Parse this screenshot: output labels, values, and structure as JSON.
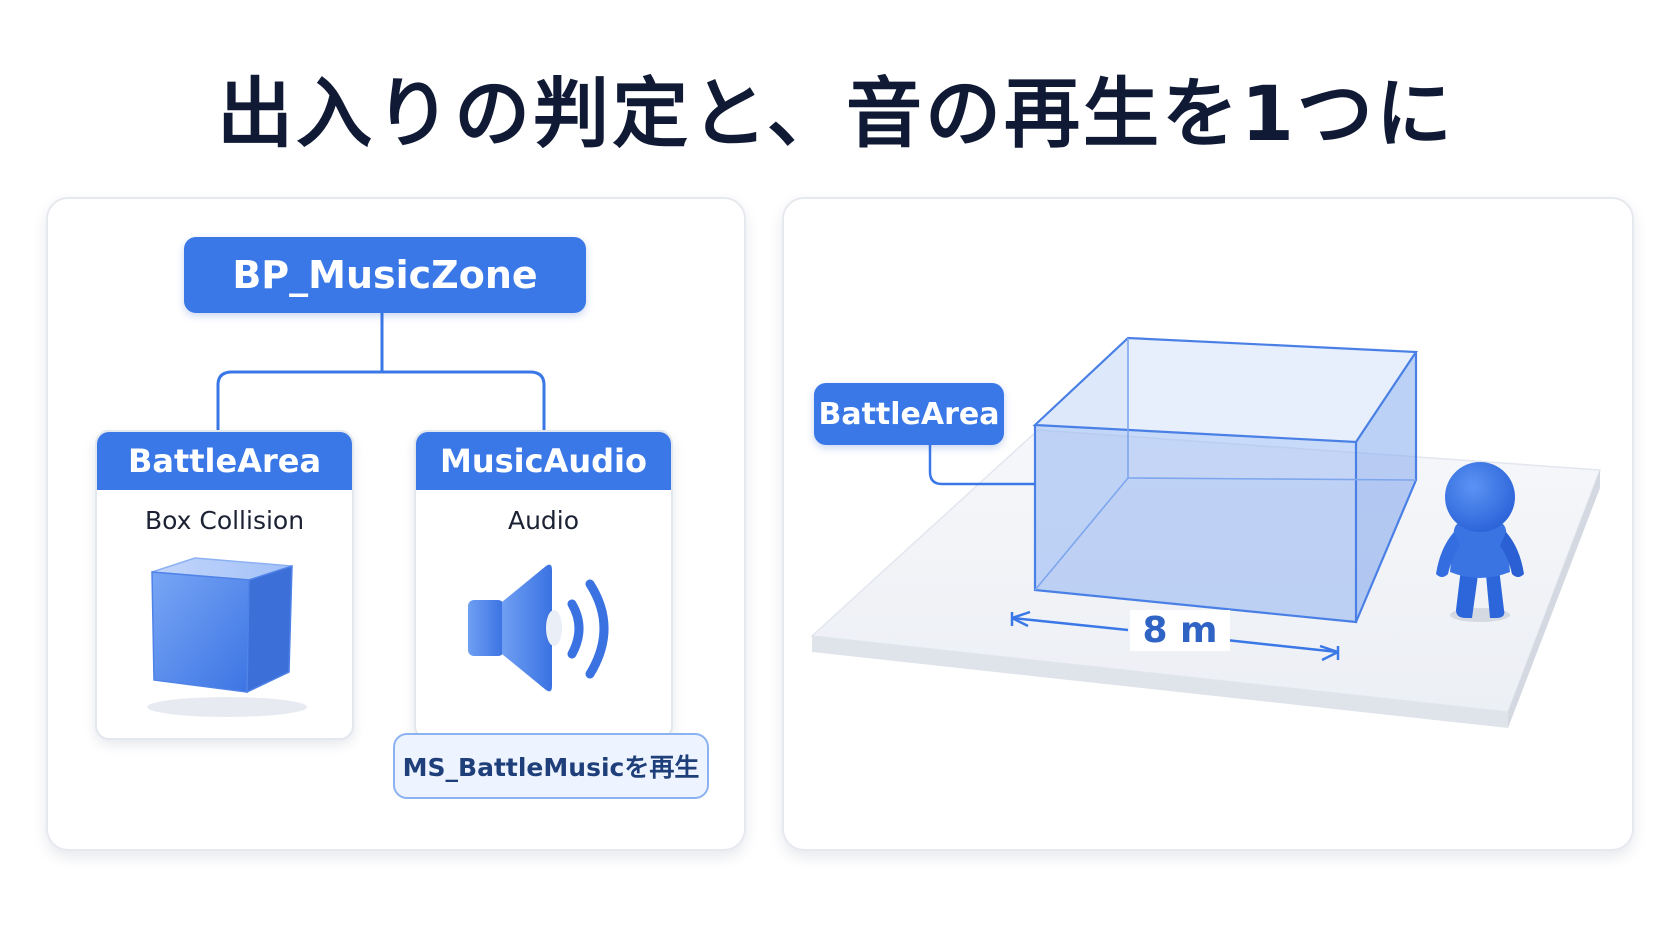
{
  "title": "出入りの判定と、音の再生を1つに",
  "hierarchy": {
    "root": "BP_MusicZone",
    "children": [
      {
        "name": "BattleArea",
        "type": "Box Collision",
        "icon": "cube-icon"
      },
      {
        "name": "MusicAudio",
        "type": "Audio",
        "icon": "speaker-icon"
      }
    ],
    "play_badge": "MS_BattleMusicを再生"
  },
  "scene": {
    "area_label": "BattleArea",
    "dimension_label": "8 m",
    "icons": [
      "trigger-box-icon",
      "character-icon"
    ]
  },
  "colors": {
    "accent": "#3a78e7",
    "text": "#101a35",
    "badge_bg": "#eef4ff"
  }
}
